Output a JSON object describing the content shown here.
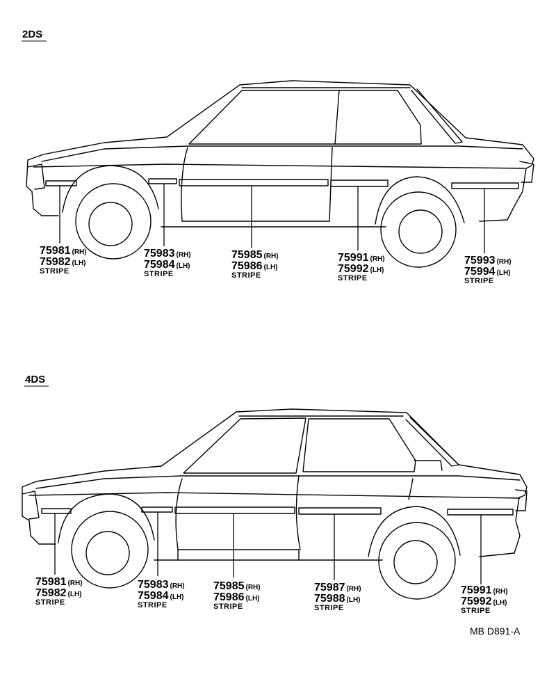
{
  "diagram_code": "MB D891-A",
  "sections": [
    {
      "title": "2DS",
      "callouts": [
        {
          "rh": "75981",
          "lh": "75982",
          "rh_tag": "(RH)",
          "lh_tag": "(LH)",
          "desc": "STRIPE"
        },
        {
          "rh": "75983",
          "lh": "75984",
          "rh_tag": "(RH)",
          "lh_tag": "(LH)",
          "desc": "STRIPE"
        },
        {
          "rh": "75985",
          "lh": "75986",
          "rh_tag": "(RH)",
          "lh_tag": "(LH)",
          "desc": "STRIPE"
        },
        {
          "rh": "75991",
          "lh": "75992",
          "rh_tag": "(RH)",
          "lh_tag": "(LH)",
          "desc": "STRIPE"
        },
        {
          "rh": "75993",
          "lh": "75994",
          "rh_tag": "(RH)",
          "lh_tag": "(LH)",
          "desc": "STRIPE"
        }
      ]
    },
    {
      "title": "4DS",
      "callouts": [
        {
          "rh": "75981",
          "lh": "75982",
          "rh_tag": "(RH)",
          "lh_tag": "(LH)",
          "desc": "STRIPE"
        },
        {
          "rh": "75983",
          "lh": "75984",
          "rh_tag": "(RH)",
          "lh_tag": "(LH)",
          "desc": "STRIPE"
        },
        {
          "rh": "75985",
          "lh": "75986",
          "rh_tag": "(RH)",
          "lh_tag": "(LH)",
          "desc": "STRIPE"
        },
        {
          "rh": "75987",
          "lh": "75988",
          "rh_tag": "(RH)",
          "lh_tag": "(LH)",
          "desc": "STRIPE"
        },
        {
          "rh": "75991",
          "lh": "75992",
          "rh_tag": "(RH)",
          "lh_tag": "(LH)",
          "desc": "STRIPE"
        }
      ]
    }
  ]
}
